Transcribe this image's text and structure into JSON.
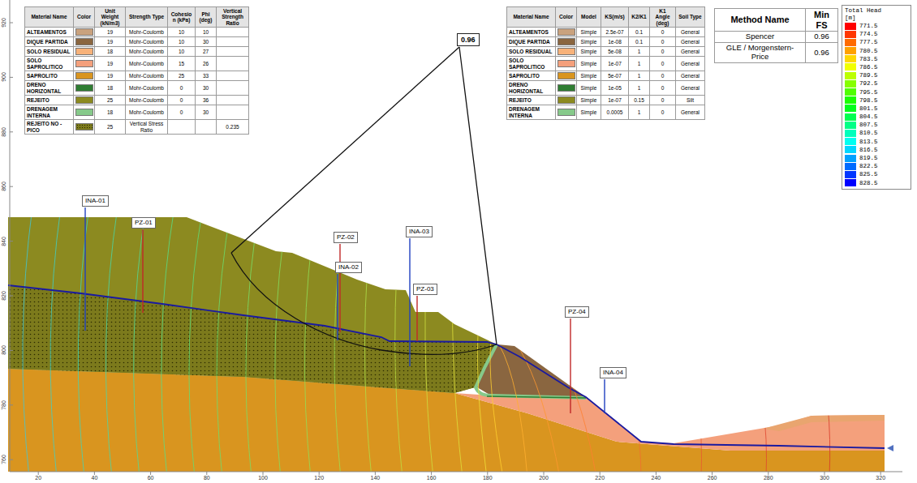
{
  "diagram": {
    "nodes": [
      {
        "text": [
          "0.96"
        ]
      },
      {
        "text": [
          "INA-01"
        ]
      },
      {
        "text": [
          "PZ-01"
        ]
      },
      {
        "text": [
          "PZ-02"
        ]
      },
      {
        "text": [
          "INA-02"
        ]
      },
      {
        "text": [
          "INA-03"
        ]
      },
      {
        "text": [
          "PZ-03"
        ]
      },
      {
        "text": [
          "PZ-04"
        ]
      },
      {
        "text": [
          "INA-04"
        ]
      }
    ],
    "labels": [
      "Material Name",
      "Color",
      "Unit Weight (kN/m3)",
      "Strength Type",
      "Cohesion (kPa)",
      "Phi (deg)",
      "Vertical Strength Ratio",
      "19",
      "Mohr-Coulomb",
      "10",
      "10",
      "19",
      "Mohr-Coulomb",
      "10",
      "30",
      "18",
      "Mohr-Coulomb",
      "10",
      "27",
      "19",
      "Mohr-Coulomb",
      "15",
      "26",
      "19",
      "Mohr-Coulomb",
      "25",
      "33",
      "18",
      "Mohr-Coulomb",
      "0",
      "30",
      "25",
      "Mohr-Coulomb",
      "0",
      "36",
      "18",
      "Mohr-Coulomb",
      "0",
      "30",
      "25",
      "Vertical Stress Ratio",
      "0.235",
      "Material Name",
      "Color",
      "Model",
      "KS(m/s)",
      "K2/K1",
      "K1 Angle (deg)",
      "Soil Type",
      "Simple",
      "2.5e-07",
      "0.1",
      "0",
      "General",
      "Simple",
      "1e-08",
      "0.1",
      "0",
      "General",
      "Simple",
      "5e-08",
      "1",
      "0",
      "General",
      "Simple",
      "1e-07",
      "1",
      "0",
      "General",
      "Simple",
      "5e-07",
      "1",
      "0",
      "General",
      "Simple",
      "1e-05",
      "1",
      "0",
      "General",
      "Simple",
      "1e-07",
      "0.15",
      "0",
      "Silt",
      "Simple",
      "0.0005",
      "1",
      "0",
      "General",
      "Method Name",
      "Min FS",
      "Spencer",
      "0.96",
      "GLE / Morgenstern-Price",
      "0.96",
      "Total Head",
      "[m]",
      "920",
      "900",
      "880",
      "860",
      "840",
      "820",
      "800",
      "780",
      "760",
      "20",
      "40",
      "60",
      "80",
      "100",
      "120",
      "140",
      "160",
      "180",
      "200",
      "220",
      "240",
      "260",
      "280",
      "300",
      "320"
    ],
    "legend": [
      {
        "text": "ALTEAMENTOS",
        "color": "#c9a27e"
      },
      {
        "text": "DIQUE PARTIDA",
        "color": "#8a6640"
      },
      {
        "text": "SOLO RESIDUAL",
        "color": "#f7b27a"
      },
      {
        "text": "SOLO SAPROLITICO",
        "color": "#f4a07c"
      },
      {
        "text": "SAPROLITO",
        "color": "#d9951f"
      },
      {
        "text": "DRENO HORIZONTAL",
        "color": "#2f7d32"
      },
      {
        "text": "REJEITO",
        "color": "#8c8a20"
      },
      {
        "text": "DRENAGEM INTERNA",
        "color": "#86c98a"
      },
      {
        "text": "REJEITO NO - PICO",
        "color": "#7c7a1c"
      },
      {
        "text": "ALTEAMENTOS",
        "color": "#c9a27e"
      },
      {
        "text": "DIQUE PARTIDA",
        "color": "#8a6640"
      },
      {
        "text": "SOLO RESIDUAL",
        "color": "#f7b27a"
      },
      {
        "text": "SOLO SAPROLITICO",
        "color": "#f4a07c"
      },
      {
        "text": "SAPROLITO",
        "color": "#d9951f"
      },
      {
        "text": "DRENO HORIZONTAL",
        "color": "#2f7d32"
      },
      {
        "text": "REJEITO",
        "color": "#8c8a20"
      },
      {
        "text": "DRENAGEM INTERNA",
        "color": "#86c98a"
      },
      {
        "text": "771.5",
        "color": "#ff0000"
      },
      {
        "text": "774.5",
        "color": "#ff3600"
      },
      {
        "text": "777.5",
        "color": "#ff6b00"
      },
      {
        "text": "780.5",
        "color": "#ffa100"
      },
      {
        "text": "783.5",
        "color": "#ffd700"
      },
      {
        "text": "786.5",
        "color": "#f1ff00"
      },
      {
        "text": "789.5",
        "color": "#bcff00"
      },
      {
        "text": "792.5",
        "color": "#86ff00"
      },
      {
        "text": "795.5",
        "color": "#50ff00"
      },
      {
        "text": "798.5",
        "color": "#1bff00"
      },
      {
        "text": "801.5",
        "color": "#00ff1b"
      },
      {
        "text": "804.5",
        "color": "#00ff50"
      },
      {
        "text": "807.5",
        "color": "#00ff86"
      },
      {
        "text": "810.5",
        "color": "#00ffbc"
      },
      {
        "text": "813.5",
        "color": "#00fff1"
      },
      {
        "text": "816.5",
        "color": "#00d7ff"
      },
      {
        "text": "819.5",
        "color": "#00a1ff"
      },
      {
        "text": "822.5",
        "color": "#006bff"
      },
      {
        "text": "825.5",
        "color": "#0036ff"
      },
      {
        "text": "828.5",
        "color": "#0000ff"
      }
    ]
  }
}
